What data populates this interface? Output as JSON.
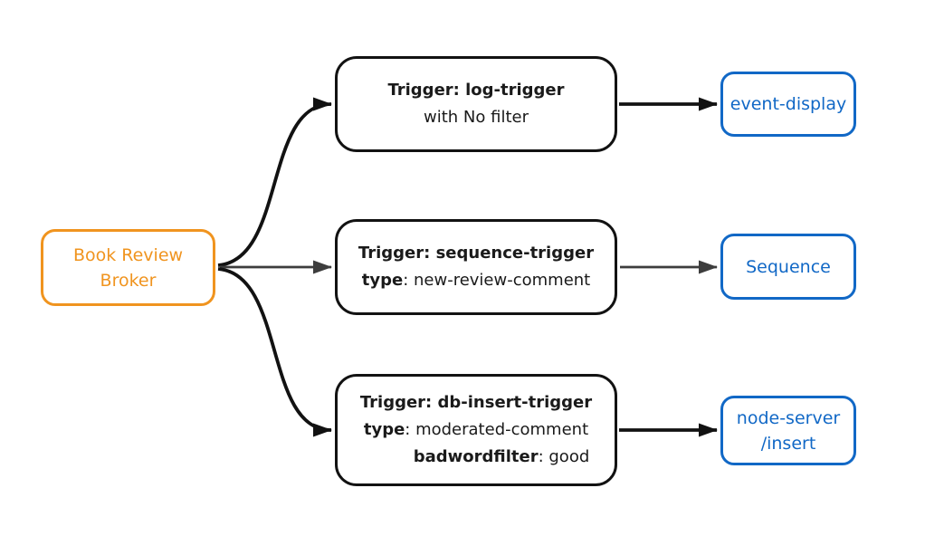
{
  "colors": {
    "background": "#FFFFFF",
    "broker_accent": "#F0941F",
    "sink_accent": "#1168C6",
    "node_border": "#121212",
    "node_text": "#1A1A1A",
    "arrow_black": "#121212",
    "arrow_gray": "#3D3D3D"
  },
  "broker": {
    "line1": "Book Review",
    "line2": "Broker"
  },
  "triggers": [
    {
      "title": "Trigger: log-trigger",
      "subtitle": "with No filter"
    },
    {
      "title": "Trigger: sequence-trigger",
      "attr_key": "type",
      "attr_value": ": new-review-comment"
    },
    {
      "title": "Trigger: db-insert-trigger",
      "attr_key": "type",
      "attr_value": ": moderated-comment",
      "attr2_key": "badwordfilter",
      "attr2_value": ": good"
    }
  ],
  "sinks": [
    {
      "label": "event-display"
    },
    {
      "label": "Sequence"
    },
    {
      "label_line1": "node-server",
      "label_line2": "/insert"
    }
  ]
}
